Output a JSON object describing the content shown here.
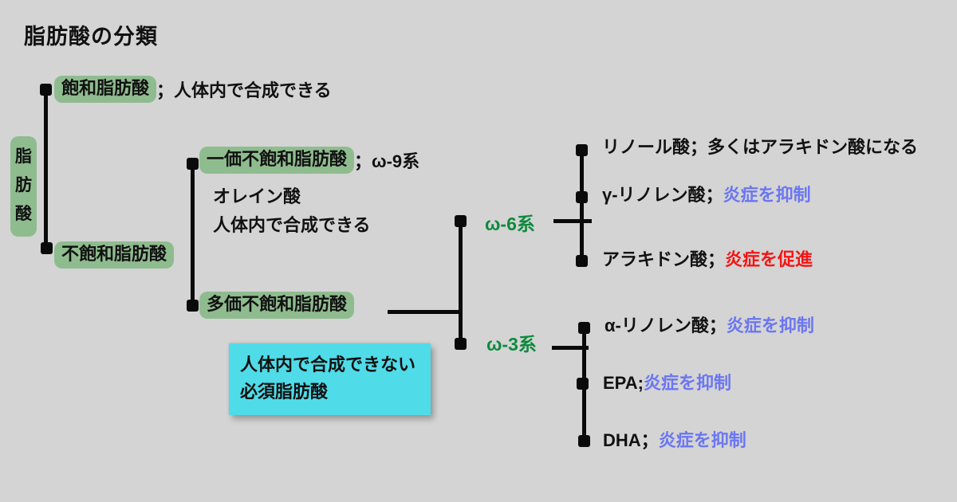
{
  "title": "脂肪酸の分類",
  "colors": {
    "background": "#d4d4d4",
    "box_green": "#8fbc8f",
    "box_cyan": "#4fdce8",
    "text_green": "#0e8a3e",
    "text_blue": "#6b76f2",
    "text_red": "#f51515",
    "text_black": "#111111",
    "line": "#0a0a0a"
  },
  "root": {
    "label": "脂肪酸"
  },
  "level1": {
    "saturated": {
      "label": "飽和脂肪酸",
      "note": "；人体内で合成できる"
    },
    "unsaturated": {
      "label": "不飽和脂肪酸"
    }
  },
  "level2": {
    "mono": {
      "label": "一価不飽和脂肪酸",
      "note": "；ω-9系",
      "sub1": "オレイン酸",
      "sub2": "人体内で合成できる"
    },
    "poly": {
      "label": "多価不飽和脂肪酸",
      "callout_line1": "人体内で合成できない",
      "callout_line2": "必須脂肪酸"
    }
  },
  "omega6": {
    "label": "ω-6系",
    "items": [
      {
        "name": "リノール酸",
        "sep": "；",
        "note": "多くはアラキドン酸になる",
        "note_style": "plain"
      },
      {
        "name": "γ-リノレン酸",
        "sep": "；",
        "note": "炎症を抑制",
        "note_style": "blue"
      },
      {
        "name": "アラキドン酸",
        "sep": "；",
        "note": "炎症を促進",
        "note_style": "red"
      }
    ]
  },
  "omega3": {
    "label": "ω-3系",
    "items": [
      {
        "name": "α-リノレン酸",
        "sep": "；",
        "note": "炎症を抑制",
        "note_style": "blue"
      },
      {
        "name": "EPA",
        "sep": ";",
        "note": "炎症を抑制",
        "note_style": "blue"
      },
      {
        "name": "DHA",
        "sep": "；",
        "note": "炎症を抑制",
        "note_style": "blue"
      }
    ]
  }
}
